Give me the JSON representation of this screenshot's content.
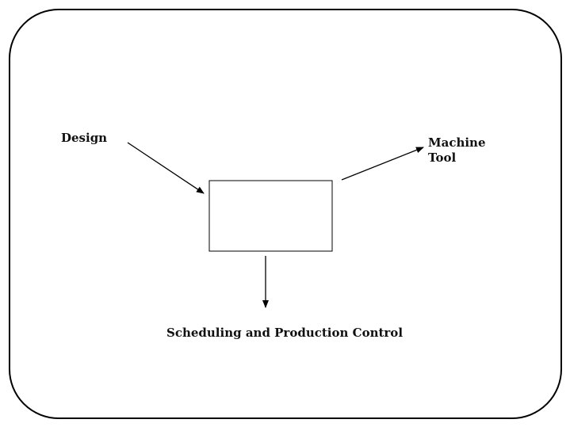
{
  "labels": {
    "design": "Design",
    "machine_line1": "Machine",
    "machine_line2": "Tool",
    "scheduling": "Scheduling and Production Control"
  },
  "colors": {
    "stroke": "#000000",
    "background": "#ffffff"
  }
}
